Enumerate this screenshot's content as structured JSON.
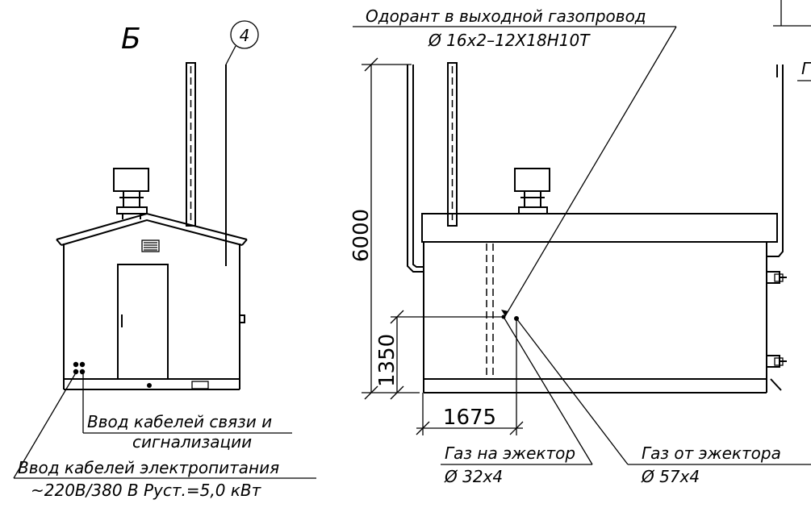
{
  "view_b": {
    "view_letter": "Б",
    "callout": "4",
    "cable_comm_line1": "Ввод кабелей связи и",
    "cable_comm_line2": "сигнализации",
    "cable_power_line1": "Ввод кабелей электропитания",
    "cable_power_line2": "~220В/380 В Руст.=5,0 кВт"
  },
  "side_view": {
    "odorant_line1": "Одорант в выходной газопровод",
    "odorant_line2": "Ø 16x2–12X18H10T",
    "dim_height": "6000",
    "dim_inlet_height": "1350",
    "dim_inlet_offset": "1675",
    "gas_to_ejector": "Газ на эжектор",
    "gas_to_ejector_size": "Ø 32x4",
    "gas_from_ejector": "Газ от эжектора",
    "gas_from_ejector_size": "Ø 57x4",
    "cut_label": "Г"
  }
}
